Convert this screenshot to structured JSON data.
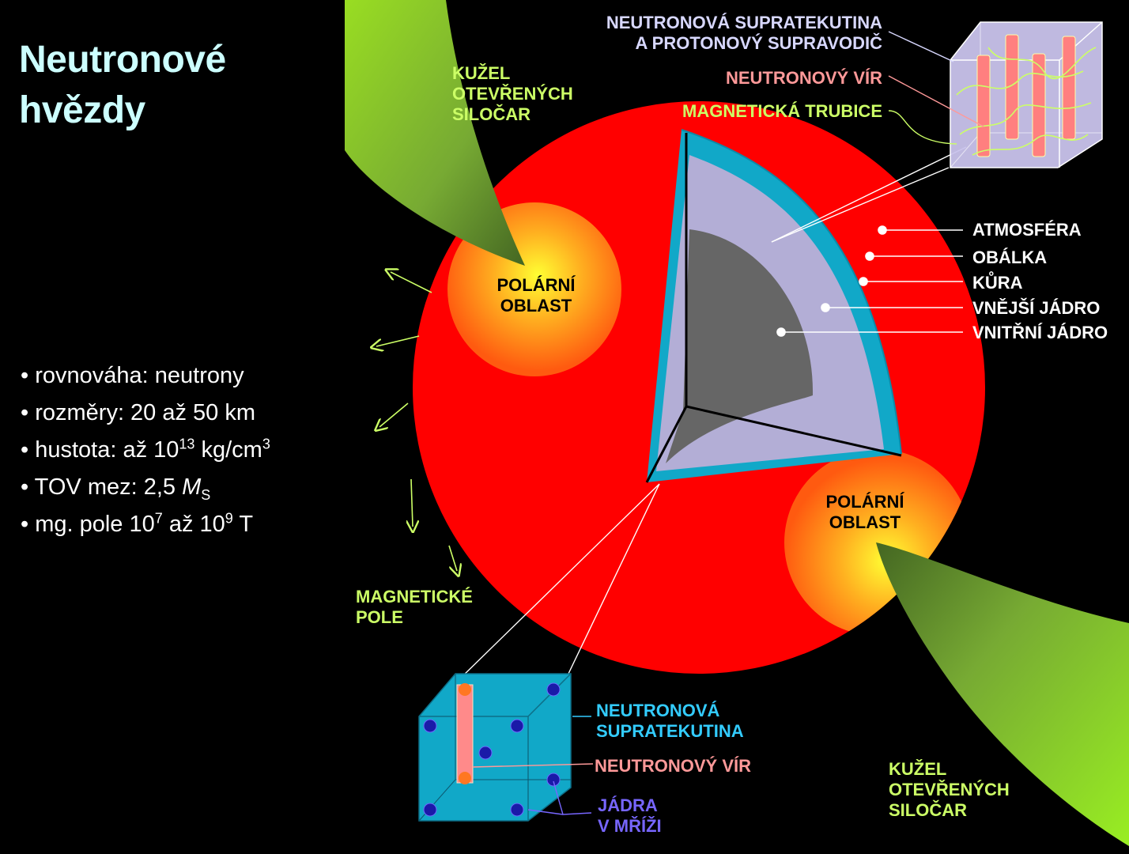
{
  "title": {
    "line1": "Neutronové",
    "line2": "hvězdy"
  },
  "bullets": {
    "b1": "• rovnováha: neutrony",
    "b2": "• rozměry: 20 až 50 km",
    "b3_pre": "• hustota: až 10",
    "b3_sup": "13",
    "b3_mid": " kg/cm",
    "b3_sup2": "3",
    "b4_pre": "• TOV mez: 2,5 ",
    "b4_m": "M",
    "b4_sub": "S",
    "b5_pre": "• mg. pole 10",
    "b5_sup": "7",
    "b5_mid": " až 10",
    "b5_sup2": "9",
    "b5_post": " T"
  },
  "labels": {
    "cone_top": [
      "KUŽEL",
      "OTEVŘENÝCH",
      "SILOČAR"
    ],
    "cone_bottom": [
      "KUŽEL",
      "OTEVŘENÝCH",
      "SILOČAR"
    ],
    "polar_top": [
      "POLÁRNÍ",
      "OBLAST"
    ],
    "polar_bottom": [
      "POLÁRNÍ",
      "OBLAST"
    ],
    "magnetic_field": [
      "MAGNETICKÉ",
      "POLE"
    ],
    "superfluid_top": [
      "NEUTRONOVÁ SUPRATEKUTINA",
      "A PROTONOVÝ SUPRAVODIČ"
    ],
    "vortex_top": "NEUTRONOVÝ VÍR",
    "flux_tube": "MAGNETICKÁ TRUBICE",
    "layers": [
      "ATMOSFÉRA",
      "OBÁLKA",
      "KŮRA",
      "VNĚJŠÍ JÁDRO",
      "VNITŘNÍ JÁDRO"
    ],
    "superfluid_bottom": [
      "NEUTRONOVÁ",
      "SUPRATEKUTINA"
    ],
    "vortex_bottom": "NEUTRONOVÝ VÍR",
    "lattice_nuclei": [
      "JÁDRA",
      "V MŘÍŽI"
    ]
  },
  "colors": {
    "background": "#000000",
    "star": "#ff0000",
    "polar": "#ffa500",
    "cone": "#88cc22",
    "crust": "#11a8c8",
    "outer_core": "#b3aed6",
    "inner_core": "#666666",
    "title": "#ccffff"
  }
}
